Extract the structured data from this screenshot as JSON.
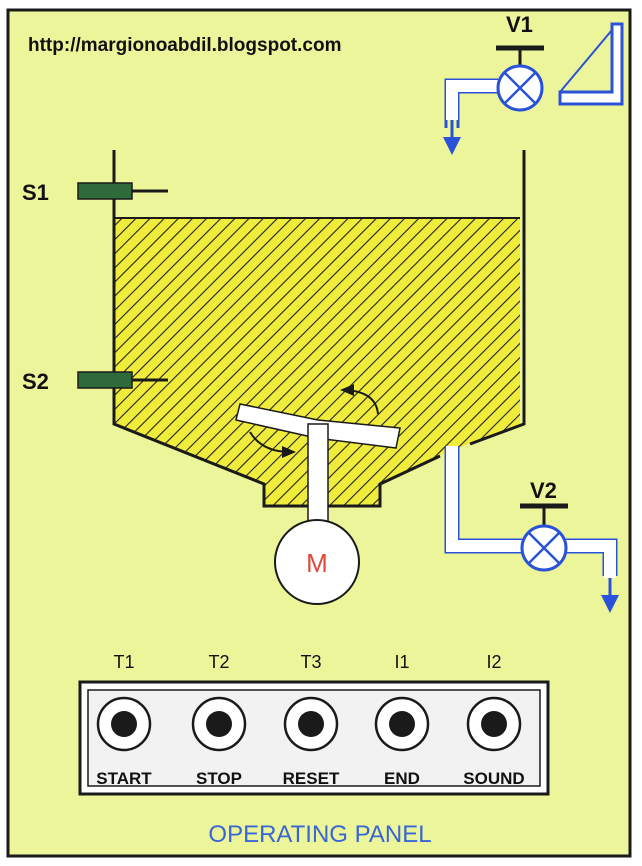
{
  "url": "http://margionoabdil.blogspot.com",
  "sensors": [
    {
      "id": "S1",
      "label": "S1"
    },
    {
      "id": "S2",
      "label": "S2"
    }
  ],
  "valves": [
    {
      "id": "V1",
      "label": "V1"
    },
    {
      "id": "V2",
      "label": "V2"
    }
  ],
  "motor": {
    "label": "M"
  },
  "panel": {
    "title": "OPERATING PANEL",
    "buttons": [
      {
        "code": "T1",
        "label": "START"
      },
      {
        "code": "T2",
        "label": "STOP"
      },
      {
        "code": "T3",
        "label": "RESET"
      },
      {
        "code": "I1",
        "label": "END"
      },
      {
        "code": "I2",
        "label": "SOUND"
      }
    ]
  },
  "colors": {
    "background": "#ecf59a",
    "liquid": "#f0ec3c",
    "pipe": "#2a52d8",
    "sensor": "#2f6b3a",
    "motor_text": "#e0483c",
    "panel_title": "#3866d8"
  }
}
